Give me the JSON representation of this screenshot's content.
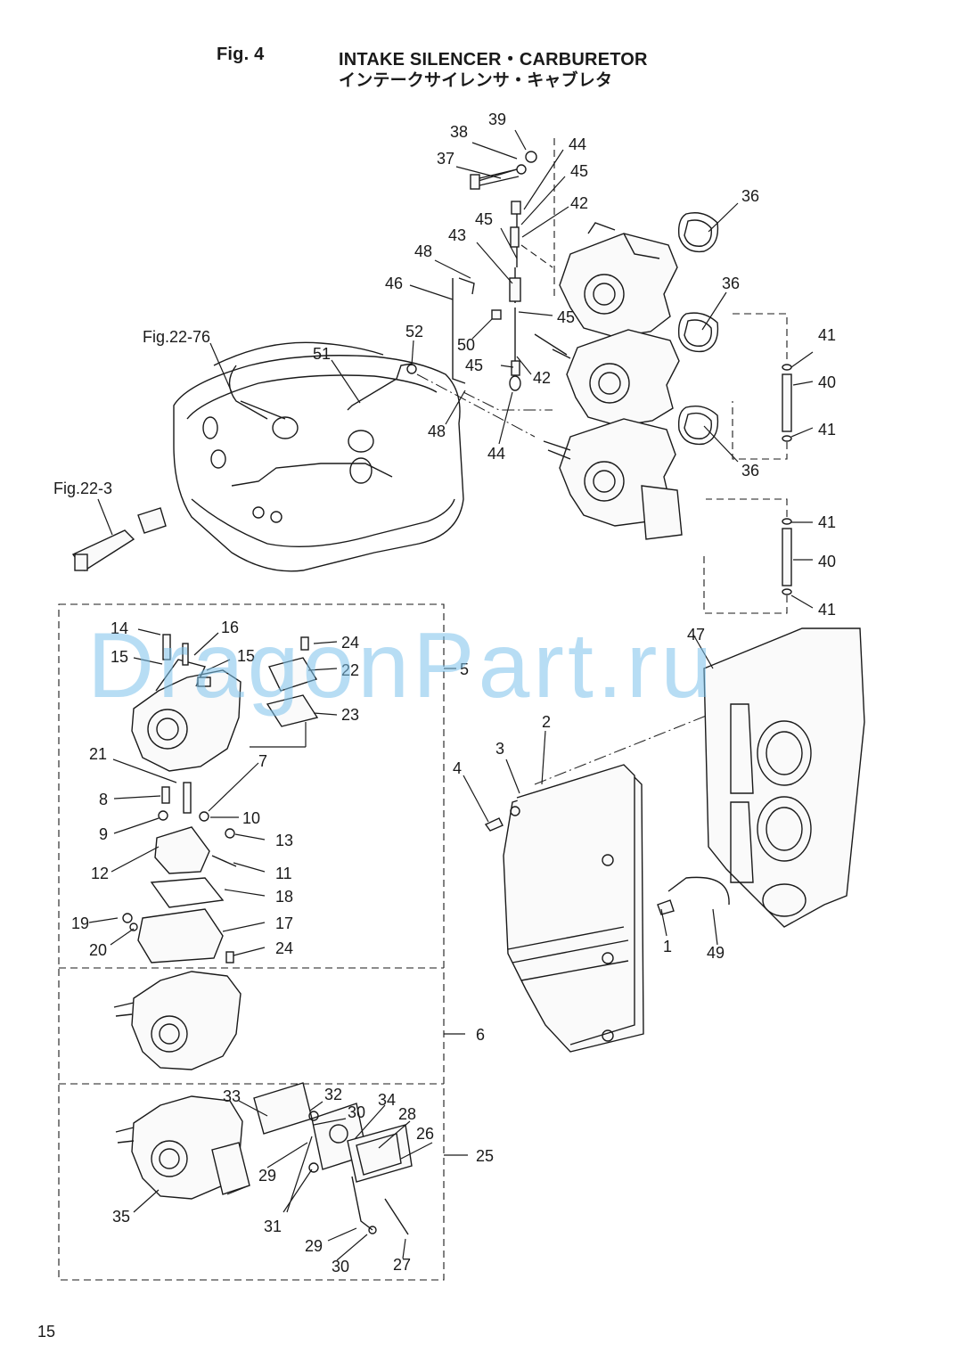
{
  "header": {
    "figure": "Fig. 4",
    "title": "INTAKE SILENCER・CARBURETOR",
    "subtitle": "インテークサイレンサ・キャブレタ"
  },
  "page_number": "15",
  "watermark": "DragonPart.ru",
  "references": {
    "fig22_76": "Fig.22-76",
    "fig22_3": "Fig.22-3"
  },
  "callouts": [
    {
      "id": "c39",
      "text": "39"
    },
    {
      "id": "c38",
      "text": "38"
    },
    {
      "id": "c37",
      "text": "37"
    },
    {
      "id": "c44a",
      "text": "44"
    },
    {
      "id": "c45a",
      "text": "45"
    },
    {
      "id": "c42a",
      "text": "42"
    },
    {
      "id": "c36a",
      "text": "36"
    },
    {
      "id": "c45b",
      "text": "45"
    },
    {
      "id": "c43",
      "text": "43"
    },
    {
      "id": "c48a",
      "text": "48"
    },
    {
      "id": "c46",
      "text": "46"
    },
    {
      "id": "c36b",
      "text": "36"
    },
    {
      "id": "c45c",
      "text": "45"
    },
    {
      "id": "c50",
      "text": "50"
    },
    {
      "id": "c52",
      "text": "52"
    },
    {
      "id": "c51",
      "text": "51"
    },
    {
      "id": "c41a",
      "text": "41"
    },
    {
      "id": "c40a",
      "text": "40"
    },
    {
      "id": "c45d",
      "text": "45"
    },
    {
      "id": "c42b",
      "text": "42"
    },
    {
      "id": "c41b",
      "text": "41"
    },
    {
      "id": "c48b",
      "text": "48"
    },
    {
      "id": "c44b",
      "text": "44"
    },
    {
      "id": "c36c",
      "text": "36"
    },
    {
      "id": "c41c",
      "text": "41"
    },
    {
      "id": "c40b",
      "text": "40"
    },
    {
      "id": "c41d",
      "text": "41"
    },
    {
      "id": "c14",
      "text": "14"
    },
    {
      "id": "c16",
      "text": "16"
    },
    {
      "id": "c15a",
      "text": "15"
    },
    {
      "id": "c15b",
      "text": "15"
    },
    {
      "id": "c24a",
      "text": "24"
    },
    {
      "id": "c22",
      "text": "22"
    },
    {
      "id": "c5",
      "text": "5"
    },
    {
      "id": "c23",
      "text": "23"
    },
    {
      "id": "c47",
      "text": "47"
    },
    {
      "id": "c2",
      "text": "2"
    },
    {
      "id": "c3",
      "text": "3"
    },
    {
      "id": "c4",
      "text": "4"
    },
    {
      "id": "c21",
      "text": "21"
    },
    {
      "id": "c7",
      "text": "7"
    },
    {
      "id": "c8",
      "text": "8"
    },
    {
      "id": "c9",
      "text": "9"
    },
    {
      "id": "c10",
      "text": "10"
    },
    {
      "id": "c13",
      "text": "13"
    },
    {
      "id": "c12",
      "text": "12"
    },
    {
      "id": "c11",
      "text": "11"
    },
    {
      "id": "c18",
      "text": "18"
    },
    {
      "id": "c19",
      "text": "19"
    },
    {
      "id": "c17",
      "text": "17"
    },
    {
      "id": "c20",
      "text": "20"
    },
    {
      "id": "c24b",
      "text": "24"
    },
    {
      "id": "c1",
      "text": "1"
    },
    {
      "id": "c49",
      "text": "49"
    },
    {
      "id": "c6",
      "text": "6"
    },
    {
      "id": "c33",
      "text": "33"
    },
    {
      "id": "c32",
      "text": "32"
    },
    {
      "id": "c30a",
      "text": "30"
    },
    {
      "id": "c34",
      "text": "34"
    },
    {
      "id": "c28",
      "text": "28"
    },
    {
      "id": "c26",
      "text": "26"
    },
    {
      "id": "c25",
      "text": "25"
    },
    {
      "id": "c29a",
      "text": "29"
    },
    {
      "id": "c31",
      "text": "31"
    },
    {
      "id": "c35",
      "text": "35"
    },
    {
      "id": "c29b",
      "text": "29"
    },
    {
      "id": "c30b",
      "text": "30"
    },
    {
      "id": "c27",
      "text": "27"
    }
  ]
}
